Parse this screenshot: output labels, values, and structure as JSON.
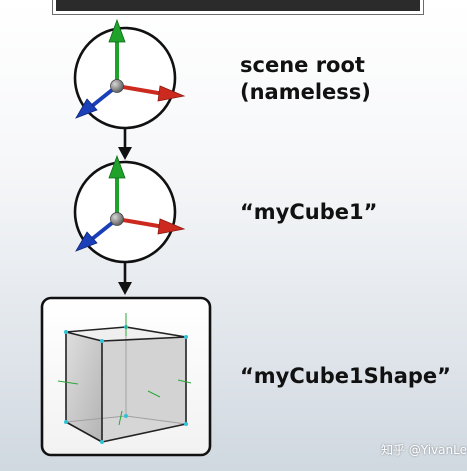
{
  "nodes": {
    "scene_root": {
      "line1": "scene root",
      "line2": "(nameless)"
    },
    "transform": {
      "label": "“myCube1”"
    },
    "shape": {
      "label": "“myCube1Shape”"
    }
  },
  "watermark": {
    "text": "知乎 @YivanLee"
  },
  "colors": {
    "x_axis": "#cc2a1e",
    "y_axis": "#1fa12a",
    "z_axis": "#1a3fb8",
    "pivot": "#8a8a8a",
    "top_panel": "#2b2b2b"
  },
  "icons": [
    "transform-gizmo-icon",
    "transform-gizmo-icon",
    "cube-shape-icon",
    "down-arrow-icon"
  ]
}
